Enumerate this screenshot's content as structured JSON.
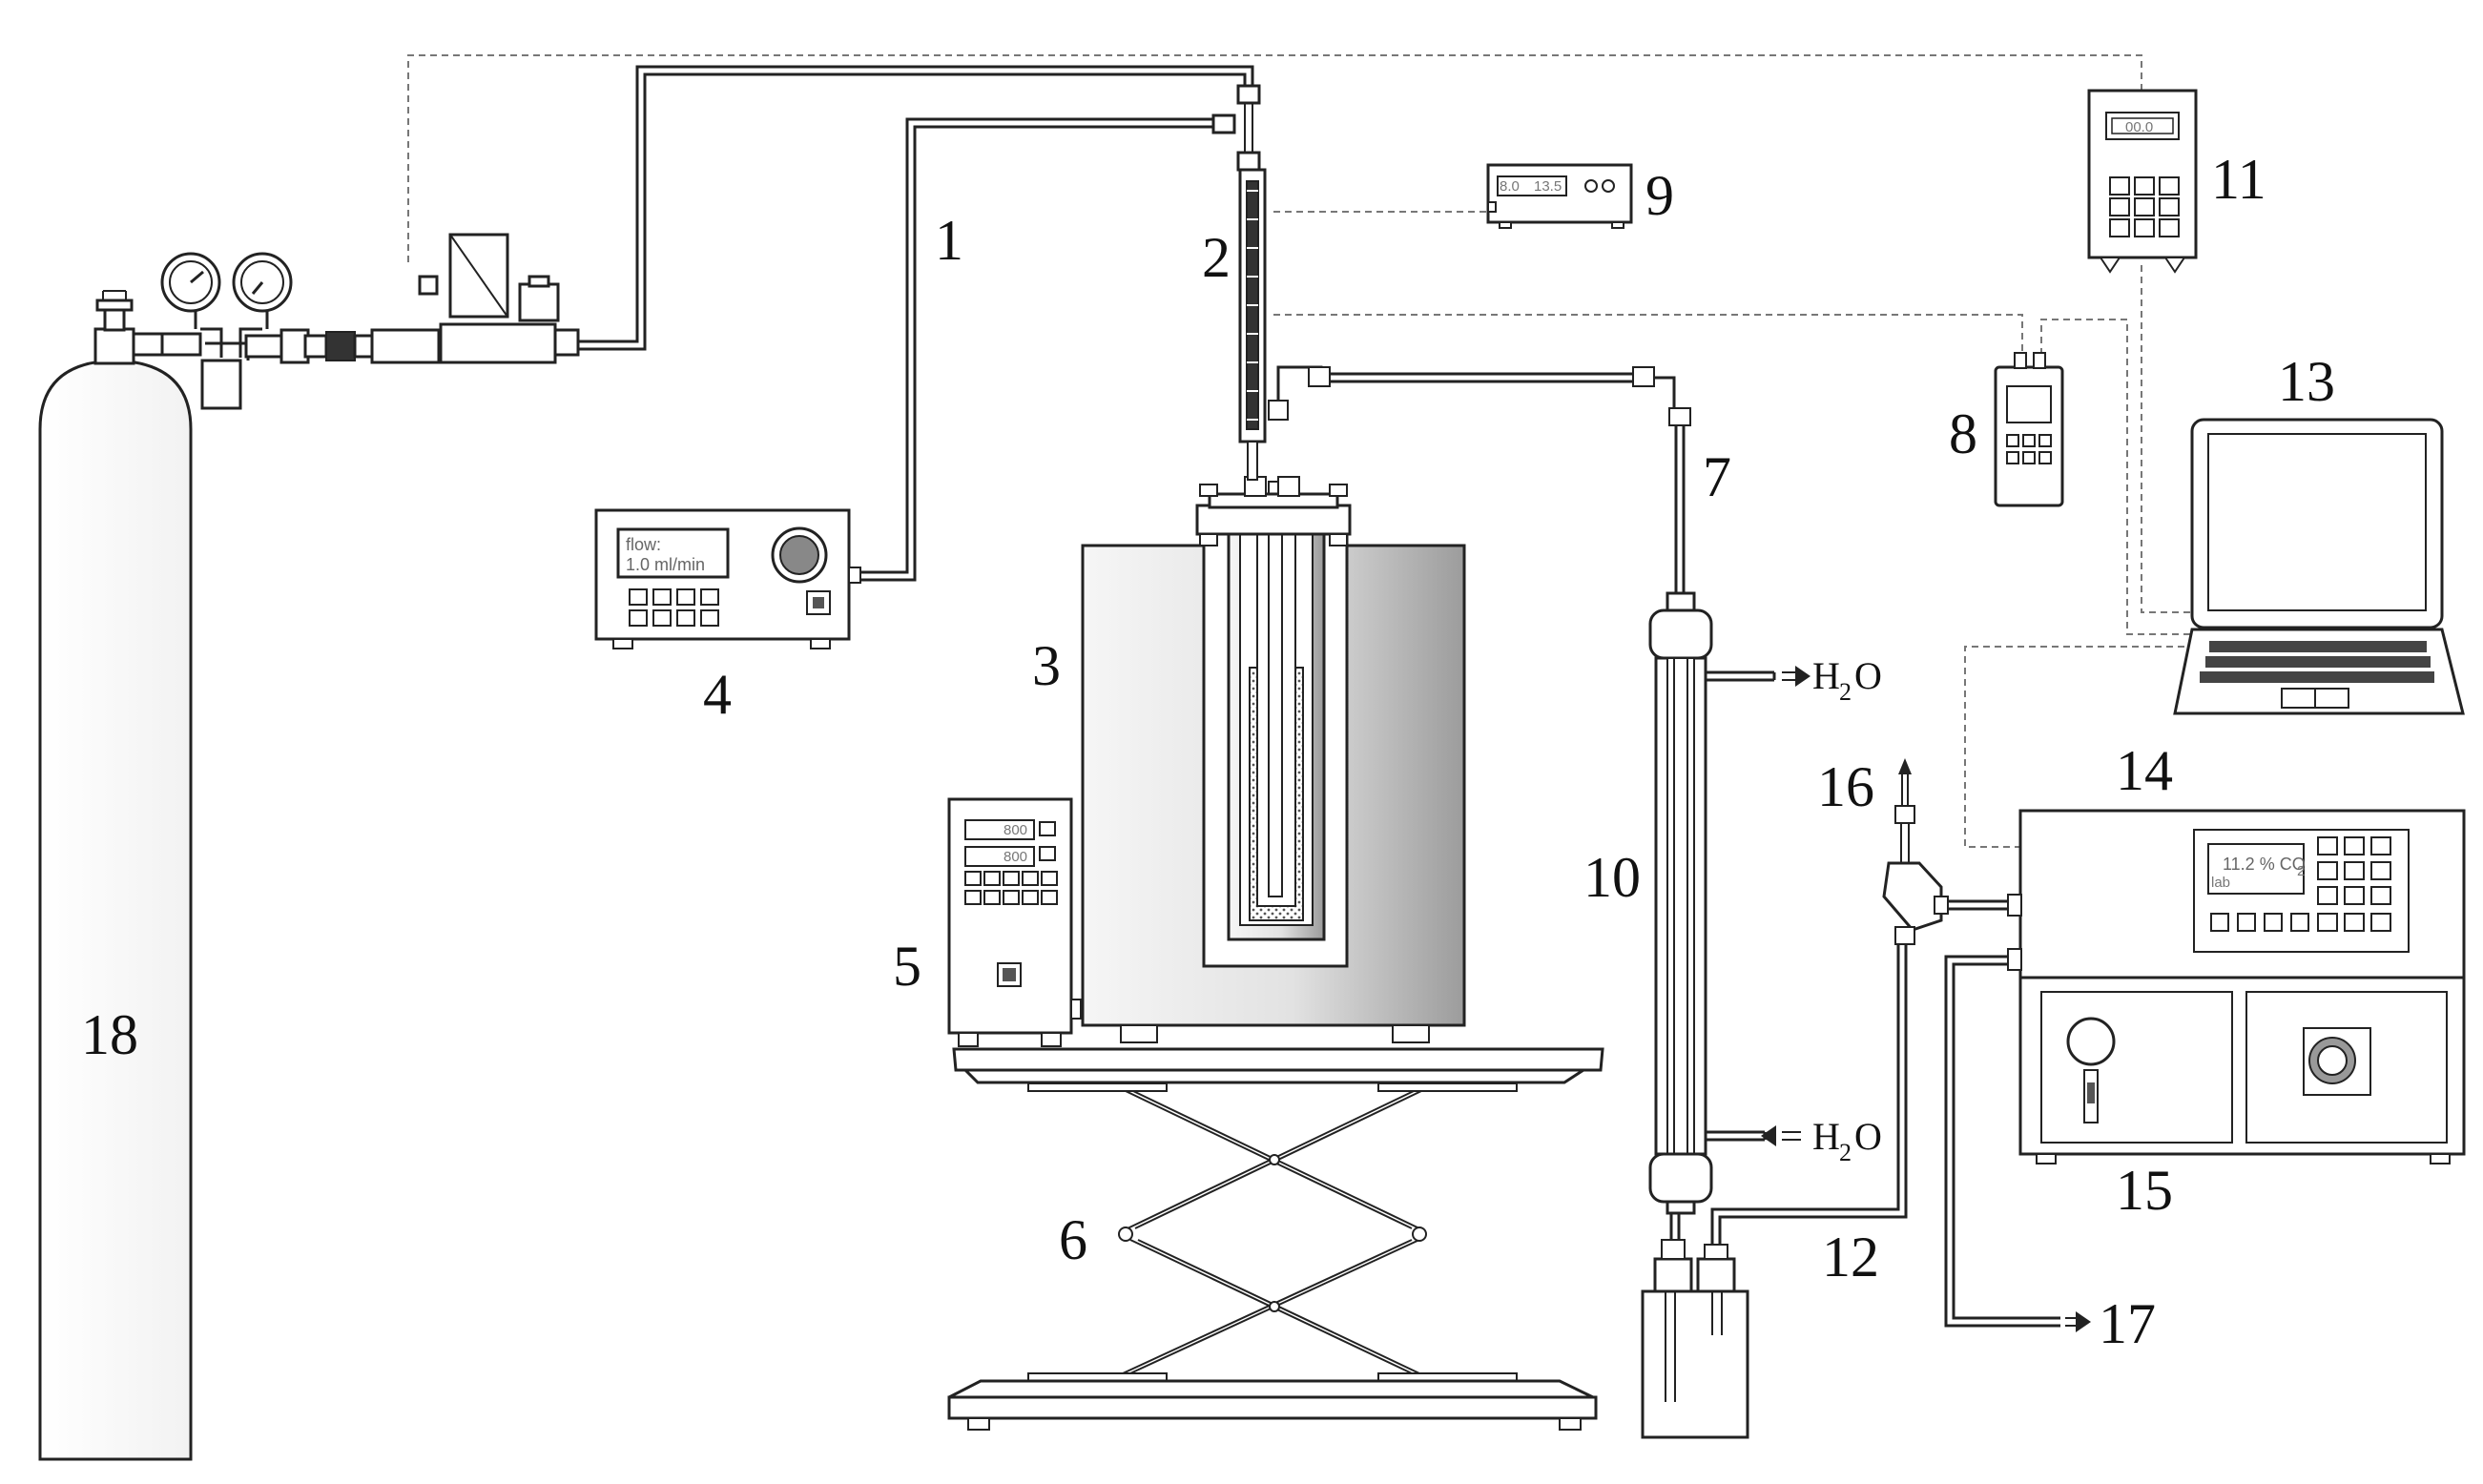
{
  "labels": {
    "l1": "1",
    "l2": "2",
    "l3": "3",
    "l4": "4",
    "l5": "5",
    "l6": "6",
    "l7": "7",
    "l8": "8",
    "l9": "9",
    "l10": "10",
    "l11": "11",
    "l12": "12",
    "l13": "13",
    "l14": "14",
    "l15": "15",
    "l16": "16",
    "l17": "17",
    "l18": "18"
  },
  "water": {
    "h": "H",
    "sub": "2",
    "o": "O"
  },
  "displays": {
    "mfc_line1": "flow:",
    "mfc_line2": "1.0 ml/min",
    "meter9_a": "8.0",
    "meter9_b": "13.5",
    "meter11": "00.0",
    "controller_a": "800",
    "controller_b": "800",
    "analyzer_value": "11.2 % CO",
    "analyzer_sub": "2",
    "analyzer_small": "lab"
  },
  "colors": {
    "line": "#222222",
    "signal": "#777777",
    "furnace_light": "#f4f4f4",
    "furnace_dark": "#9a9a9a"
  }
}
